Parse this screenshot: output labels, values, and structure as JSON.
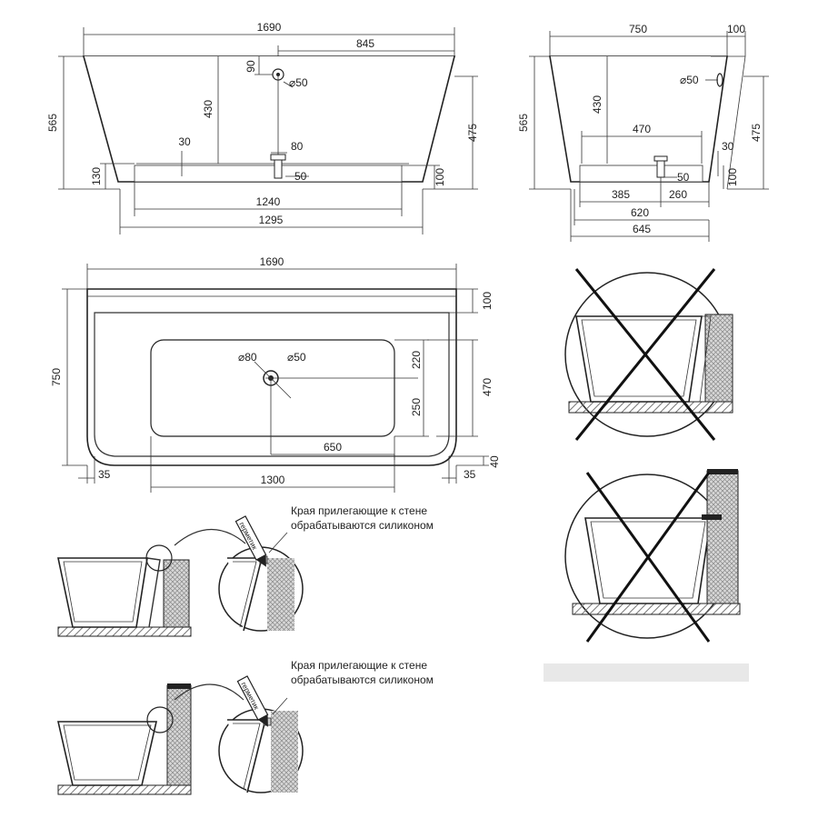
{
  "front_view": {
    "length_total": "1690",
    "half_length": "845",
    "height_total": "565",
    "inner_depth": "430",
    "overflow_offset": "90",
    "overflow_diameter": "⌀50",
    "drain_gap": "30",
    "drain_width": "80",
    "drain_height": "50",
    "base_height": "130",
    "base_height_right": "100",
    "height_right": "475",
    "base_length_inner": "1240",
    "base_length_outer": "1295"
  },
  "side_view": {
    "width_total": "750",
    "rim_offset": "100",
    "height_total": "565",
    "inner_depth": "430",
    "overflow_diameter": "⌀50",
    "inner_width": "470",
    "height_right": "475",
    "drain_gap": "30",
    "drain_height": "50",
    "base_height": "100",
    "drain_left": "385",
    "drain_right": "260",
    "base_inner": "620",
    "base_outer": "645"
  },
  "top_view": {
    "length_total": "1690",
    "width_total": "750",
    "back_rim": "100",
    "drain_diameter": "⌀80",
    "overflow_diameter": "⌀50",
    "drain_to_top": "220",
    "drain_to_bottom": "250",
    "inner_width": "470",
    "drain_to_right": "650",
    "corner_offset_right": "40",
    "offset_left": "35",
    "offset_right": "35",
    "inner_length": "1300"
  },
  "install_notes": {
    "note_1_line_1": "Края прилегающие к стене",
    "note_1_line_2": "обрабатываются силиконом",
    "note_2_line_1": "Края прилегающие к стене",
    "note_2_line_2": "обрабатываются силиконом",
    "tube_label_1": "герметик",
    "tube_label_2": "герметик"
  },
  "colors": {
    "line": "#222222",
    "wall_hatch": "#999999",
    "caption_bar": "#e8e8e8"
  }
}
